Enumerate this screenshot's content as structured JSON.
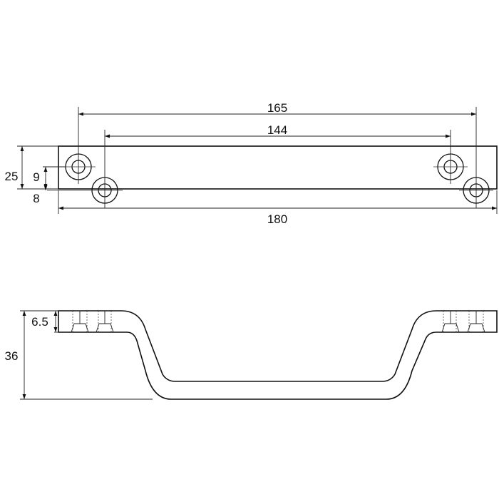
{
  "top_view": {
    "dims": {
      "overall_length": "180",
      "outer_holes": "165",
      "inner_holes": "144",
      "height": "25",
      "outer_offset": "9",
      "inner_offset": "8"
    }
  },
  "side_view": {
    "dims": {
      "thickness": "6.5",
      "depth": "36"
    }
  }
}
